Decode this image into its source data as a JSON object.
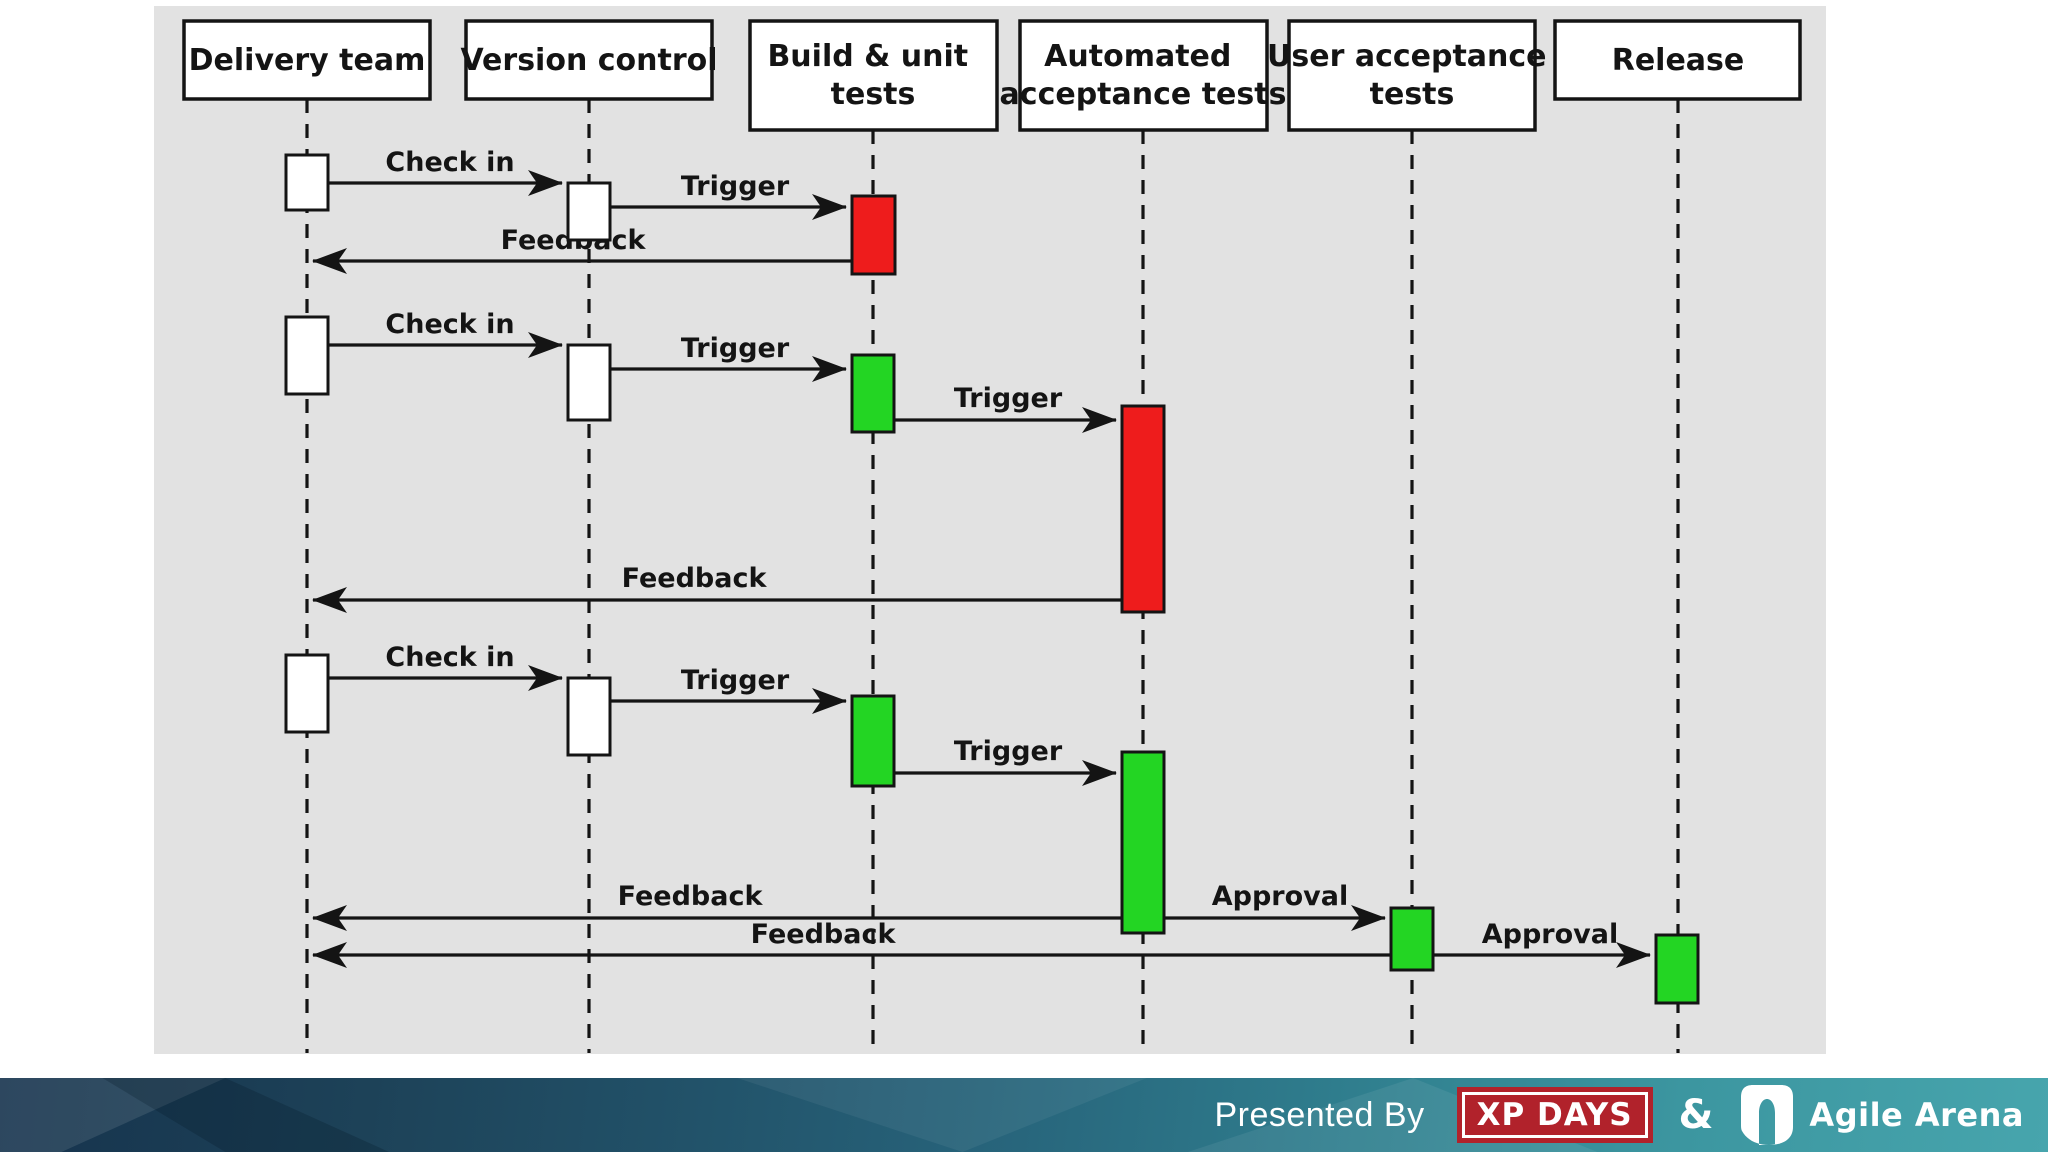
{
  "colors": {
    "diagram_bg": "#e2e2e2",
    "box_fill": "#ffffff",
    "line": "#141414",
    "activation_red": "#ee1c1c",
    "activation_green": "#23d523",
    "footer_navy": "#16334d",
    "footer_teal": "#47a5ad",
    "xp_days_red": "#b1222b"
  },
  "lifelines": [
    {
      "line1": "Delivery team",
      "line2": ""
    },
    {
      "line1": "Version control",
      "line2": ""
    },
    {
      "line1": "Build & unit",
      "line2": "tests"
    },
    {
      "line1": "Automated",
      "line2": "acceptance tests"
    },
    {
      "line1": "User acceptance",
      "line2": "tests"
    },
    {
      "line1": "Release",
      "line2": ""
    }
  ],
  "messages": [
    {
      "label": "Check in"
    },
    {
      "label": "Trigger"
    },
    {
      "label": "Feedback"
    },
    {
      "label": "Check in"
    },
    {
      "label": "Trigger"
    },
    {
      "label": "Trigger"
    },
    {
      "label": "Feedback"
    },
    {
      "label": "Check in"
    },
    {
      "label": "Trigger"
    },
    {
      "label": "Trigger"
    },
    {
      "label": "Feedback"
    },
    {
      "label": "Approval"
    },
    {
      "label": "Feedback"
    },
    {
      "label": "Approval"
    }
  ],
  "footer": {
    "presented_by": "Presented By",
    "xp_days_label": "XP DAYS",
    "ampersand": "&",
    "agile_arena_label": "Agile Arena"
  }
}
